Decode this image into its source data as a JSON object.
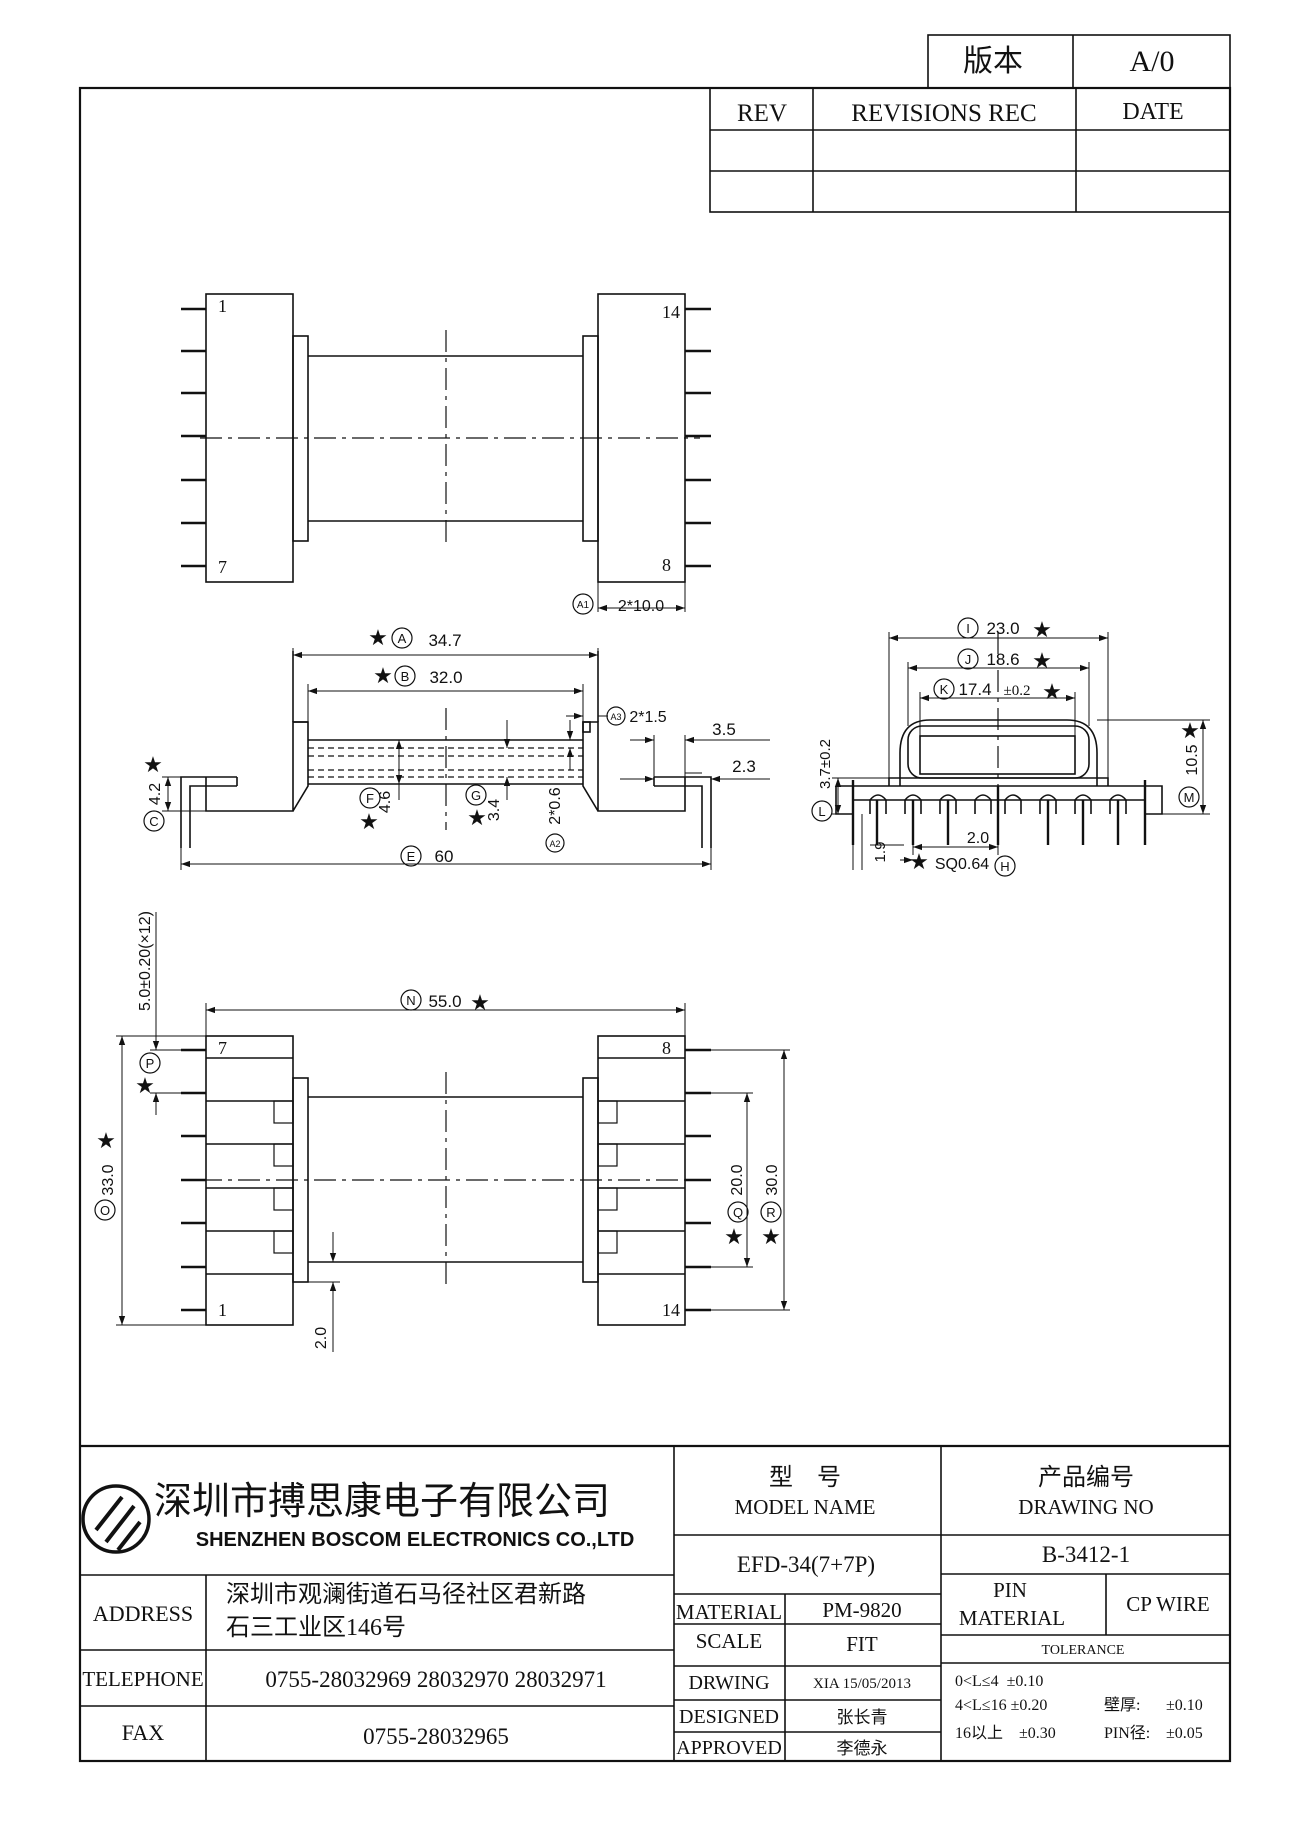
{
  "revision_block": {
    "version_label": "版本",
    "version_value": "A/0",
    "rev_header": "REV",
    "revisions_header": "REVISIONS REC",
    "date_header": "DATE"
  },
  "pin_numbers": {
    "top_view": [
      "1",
      "14",
      "7",
      "8"
    ],
    "bottom_view": [
      "7",
      "8",
      "1",
      "14"
    ]
  },
  "dimensions": {
    "A1": {
      "circle": "A1",
      "text": "2*10.0"
    },
    "A": {
      "star": "★",
      "circle": "A",
      "text": "34.7"
    },
    "B": {
      "star": "★",
      "circle": "B",
      "text": "32.0"
    },
    "A3": {
      "circle": "A3",
      "text": "2*1.5"
    },
    "d35": "3.5",
    "d23": "2.3",
    "C": {
      "star": "★",
      "circle": "C",
      "text": "4.2"
    },
    "F": {
      "star": "★",
      "circle": "F",
      "text": "4.6"
    },
    "G": {
      "star": "★",
      "circle": "G",
      "text": "3.4"
    },
    "A2": {
      "circle": "A2",
      "text": "2*0.6"
    },
    "E": {
      "circle": "E",
      "text": "60"
    },
    "I": {
      "circle": "I",
      "text": "23.0",
      "star": "★"
    },
    "J": {
      "circle": "J",
      "text": "18.6",
      "star": "★"
    },
    "K": {
      "circle": "K",
      "text": "17.4",
      "tol": "±0.2",
      "star": "★"
    },
    "L": {
      "circle": "L",
      "text": "3.7±0.2"
    },
    "M": {
      "star": "★",
      "circle": "M",
      "text": "10.5"
    },
    "d19": "1.9",
    "d20s": "2.0",
    "H": {
      "star": "★",
      "text": "SQ0.64",
      "circle": "H"
    },
    "P_pitch": "5.0±0.20(×12)",
    "P": {
      "star": "★",
      "circle": "P"
    },
    "N": {
      "circle": "N",
      "text": "55.0",
      "star": "★"
    },
    "O": {
      "star": "★",
      "circle": "O",
      "text": "33.0"
    },
    "Q": {
      "star": "★",
      "circle": "Q",
      "text": "20.0"
    },
    "R": {
      "star": "★",
      "circle": "R",
      "text": "30.0"
    },
    "d20b": "2.0"
  },
  "title_block": {
    "company_cn": "深圳市搏思康电子有限公司",
    "company_en": "SHENZHEN BOSCOM ELECTRONICS CO.,LTD",
    "model_label_cn": "型    号",
    "model_label_en": "MODEL NAME",
    "drawing_label_cn": "产品编号",
    "drawing_label_en": "DRAWING NO",
    "model_value": "EFD-34(7+7P)",
    "drawing_value": "B-3412-1",
    "address_label": "ADDRESS",
    "address_line1": "深圳市观澜街道石马径社区君新路",
    "address_line2": "石三工业区146号",
    "telephone_label": "TELEPHONE",
    "telephone_value": "0755-28032969 28032970 28032971",
    "fax_label": "FAX",
    "fax_value": "0755-28032965",
    "material_label": "MATERIAL",
    "material_value": "PM-9820",
    "scale_label": "SCALE",
    "scale_value": "FIT",
    "drwing_label": "DRWING",
    "drwing_value": "XIA 15/05/2013",
    "designed_label": "DESIGNED",
    "designed_value": "张长青",
    "approved_label": "APPROVED",
    "approved_value": "李德永",
    "pin_material_label1": "PIN",
    "pin_material_label2": "MATERIAL",
    "pin_material_value": "CP WIRE",
    "tolerance_title": "TOLERANCE",
    "tol_row1": "0<L≤4  ±0.10",
    "tol_row2": "4<L≤16 ±0.20",
    "tol_row3": "16以上    ±0.30",
    "wall_label": "壁厚:",
    "wall_value": "±0.10",
    "pin_dia_label": "PIN径:",
    "pin_dia_value": "±0.05"
  }
}
